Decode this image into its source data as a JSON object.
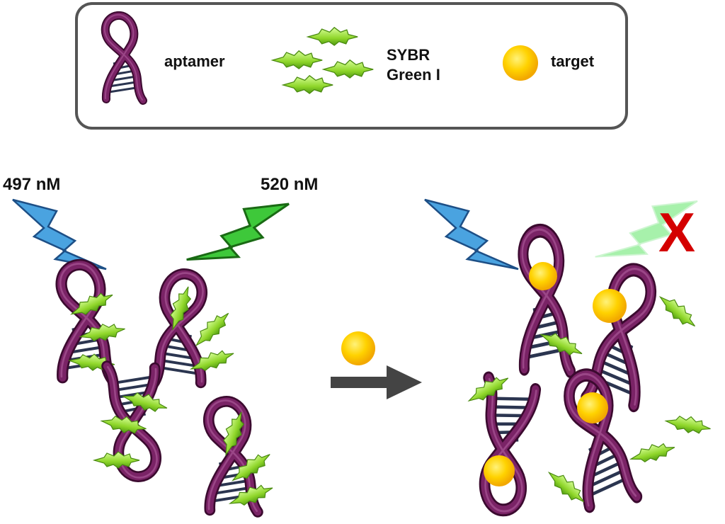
{
  "legend": {
    "aptamer_label": "aptamer",
    "dye_label_line1": "SYBR",
    "dye_label_line2": "Green I",
    "target_label": "target"
  },
  "excitation": {
    "wavelength_1": "497 nM",
    "wavelength_2": "520 nM"
  },
  "blocked_mark": "X",
  "colors": {
    "aptamer": "#6a1a55",
    "aptamer_dark": "#3f0a30",
    "base_pairs": "#2a3a55",
    "dye": "#8ed62a",
    "dye_dark": "#4a8a10",
    "target": "#f7c400",
    "target_highlight": "#fff06a",
    "bolt_blue": "#4aa3e0",
    "bolt_green": "#3ec83a",
    "bolt_green_faded": "#9ef0a2",
    "arrow": "#444444",
    "x_mark": "#d40000",
    "legend_border": "#555555"
  }
}
